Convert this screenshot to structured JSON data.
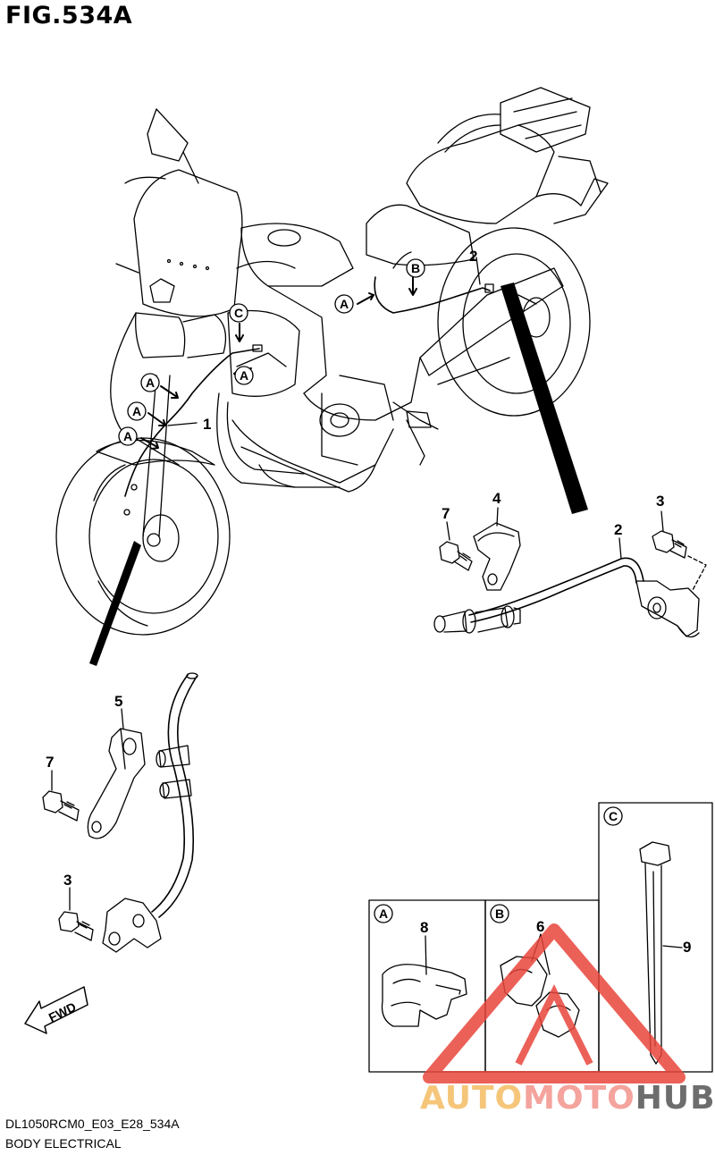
{
  "figure": {
    "title": "FIG.534A",
    "code": "DL1050RCM0_E03_E28_534A",
    "section": "BODY ELECTRICAL"
  },
  "callouts": {
    "p1": "1",
    "p2_top": "2",
    "p2_sensor": "2",
    "p3_rear": "3",
    "p3_front": "3",
    "p4": "4",
    "p5": "5",
    "p6": "6",
    "p7_rear": "7",
    "p7_front": "7",
    "p8": "8",
    "p9": "9"
  },
  "refs": {
    "a": "A",
    "b": "B",
    "c": "C"
  },
  "fwd_label": "FWD",
  "watermark": {
    "part1": "AUTO",
    "part2": "MOTO",
    "part3": "HUB"
  },
  "colors": {
    "line": "#000000",
    "watermark_red": "#e8463c",
    "watermark_orange": "#f5c67a",
    "watermark_gray": "#6d6d6d"
  }
}
